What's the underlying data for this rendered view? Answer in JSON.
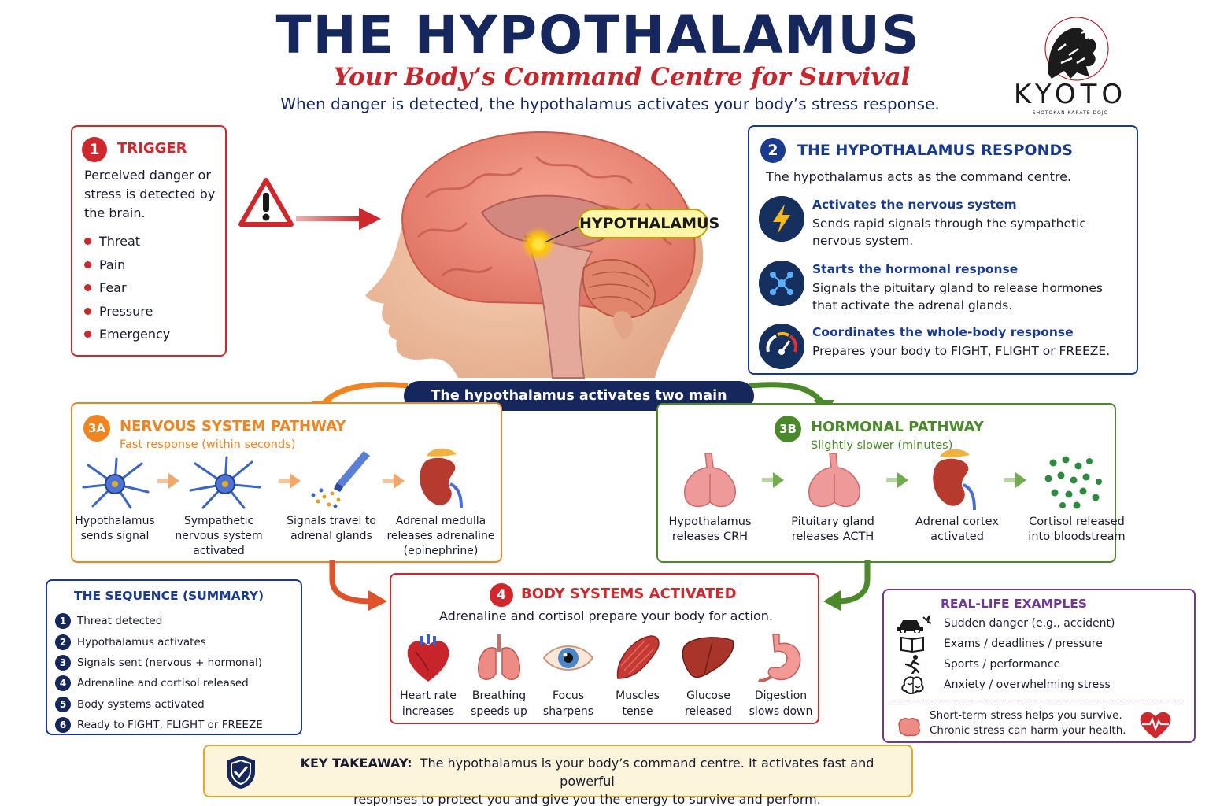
{
  "header": {
    "title": "THE HYPOTHALAMUS",
    "subtitle": "Your Body’s Command Centre for Survival",
    "intro": "When danger is detected, the hypothalamus activates your body’s stress response."
  },
  "logo": {
    "name": "KYOTO",
    "tagline": "SHOTOKAN KARATE DOJO",
    "icon": "tiger-icon"
  },
  "trigger": {
    "number": "1",
    "title": "TRIGGER",
    "text": "Perceived danger or stress is detected by the brain.",
    "items": [
      "Threat",
      "Pain",
      "Fear",
      "Pressure",
      "Emergency"
    ]
  },
  "brain": {
    "label": "HYPOTHALAMUS"
  },
  "responds": {
    "number": "2",
    "title": "THE HYPOTHALAMUS RESPONDS",
    "description": "The hypothalamus acts as the command centre.",
    "items": [
      {
        "icon": "lightning-icon",
        "head": "Activates the nervous system",
        "body": "Sends rapid signals through the sympathetic nervous system."
      },
      {
        "icon": "molecule-icon",
        "head": "Starts the hormonal response",
        "body": "Signals the pituitary gland to release hormones that activate the adrenal glands."
      },
      {
        "icon": "gauge-icon",
        "head": "Coordinates the whole-body response",
        "body": "Prepares your body to FIGHT, FLIGHT or FREEZE."
      }
    ]
  },
  "banner": "The hypothalamus activates two main pathways",
  "nervous": {
    "number": "3A",
    "title": "NERVOUS SYSTEM PATHWAY",
    "subtitle": "Fast response (within seconds)",
    "steps": [
      {
        "l1": "Hypothalamus",
        "l2": "sends signal",
        "l3": ""
      },
      {
        "l1": "Sympathetic",
        "l2": "nervous system",
        "l3": "activated"
      },
      {
        "l1": "Signals travel to",
        "l2": "adrenal glands",
        "l3": ""
      },
      {
        "l1": "Adrenal medulla",
        "l2": "releases adrenaline",
        "l3": "(epinephrine)"
      }
    ]
  },
  "hormonal": {
    "number": "3B",
    "title": "HORMONAL PATHWAY",
    "subtitle": "Slightly slower (minutes)",
    "steps": [
      {
        "l1": "Hypothalamus",
        "l2": "releases CRH"
      },
      {
        "l1": "Pituitary gland",
        "l2": "releases ACTH"
      },
      {
        "l1": "Adrenal cortex",
        "l2": "activated"
      },
      {
        "l1": "Cortisol released",
        "l2": "into bloodstream"
      }
    ]
  },
  "sequence": {
    "title": "THE SEQUENCE (SUMMARY)",
    "items": [
      "Threat detected",
      "Hypothalamus activates",
      "Signals sent (nervous + hormonal)",
      "Adrenaline and cortisol released",
      "Body systems activated",
      "Ready to FIGHT, FLIGHT or FREEZE"
    ],
    "numbers": [
      "1",
      "2",
      "3",
      "4",
      "5",
      "6"
    ]
  },
  "body_systems": {
    "number": "4",
    "title": "BODY SYSTEMS ACTIVATED",
    "description": "Adrenaline and cortisol prepare your body for action.",
    "organs": [
      {
        "icon": "heart-icon",
        "l1": "Heart rate",
        "l2": "increases"
      },
      {
        "icon": "lungs-icon",
        "l1": "Breathing",
        "l2": "speeds up"
      },
      {
        "icon": "eye-icon",
        "l1": "Focus",
        "l2": "sharpens"
      },
      {
        "icon": "muscle-icon",
        "l1": "Muscles",
        "l2": "tense"
      },
      {
        "icon": "liver-icon",
        "l1": "Glucose",
        "l2": "released"
      },
      {
        "icon": "stomach-icon",
        "l1": "Digestion",
        "l2": "slows down"
      }
    ]
  },
  "examples": {
    "title": "REAL-LIFE EXAMPLES",
    "items": [
      {
        "icon": "car-crash-icon",
        "text": "Sudden danger (e.g., accident)"
      },
      {
        "icon": "book-icon",
        "text": "Exams / deadlines / pressure"
      },
      {
        "icon": "runner-icon",
        "text": "Sports / performance"
      },
      {
        "icon": "brain-icon",
        "text": "Anxiety / overwhelming stress"
      }
    ],
    "note_1": "Short-term stress helps you survive.",
    "note_2": "Chronic stress can harm your health."
  },
  "takeaway": {
    "label": "KEY TAKEAWAY:",
    "text_1": "The hypothalamus is your body’s command centre. It activates fast and powerful",
    "text_2": "responses to protect you and give you  the energy to survive and perform."
  },
  "colors": {
    "navy": "#16275e",
    "red": "#d0272d",
    "blue": "#1a3a8f",
    "orange": "#ef8421",
    "green": "#4a8a2a",
    "purple": "#6f3799",
    "gold": "#e4a82f"
  }
}
